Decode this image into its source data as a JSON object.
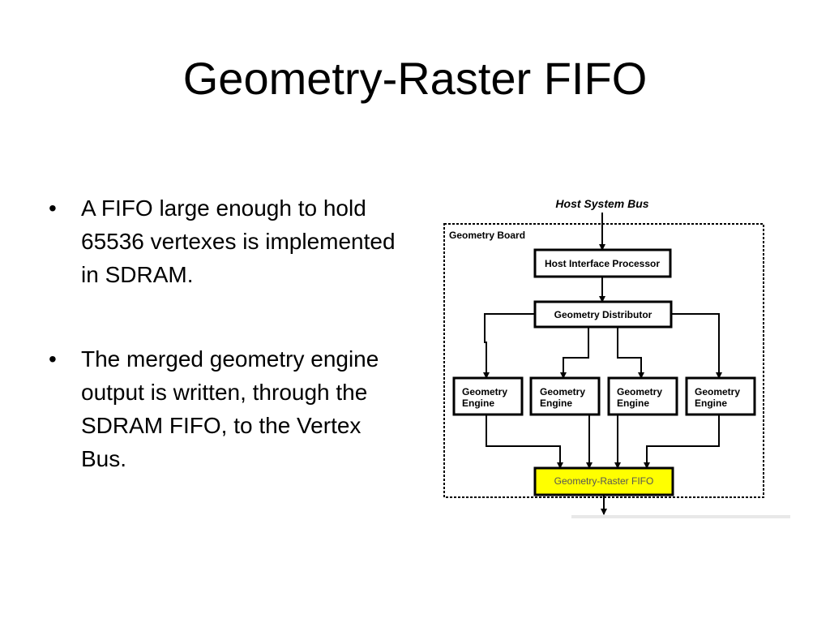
{
  "slide": {
    "title": "Geometry-Raster FIFO",
    "bullet_symbol": "•",
    "bullets": [
      {
        "text": "A FIFO large enough to hold 65536 vertexes is implemented in SDRAM."
      },
      {
        "text": "The merged geometry engine output is written, through the SDRAM FIFO, to the Vertex Bus."
      }
    ]
  },
  "diagram": {
    "bus_label": "Host System Bus",
    "board_label": "Geometry Board",
    "host_interface": "Host Interface Processor",
    "distributor": "Geometry Distributor",
    "engines": [
      {
        "line1": "Geometry",
        "line2": "Engine"
      },
      {
        "line1": "Geometry",
        "line2": "Engine"
      },
      {
        "line1": "Geometry",
        "line2": "Engine"
      },
      {
        "line1": "Geometry",
        "line2": "Engine"
      }
    ],
    "fifo_label": "Geometry-Raster FIFO",
    "fifo_color": "#ffff00"
  }
}
